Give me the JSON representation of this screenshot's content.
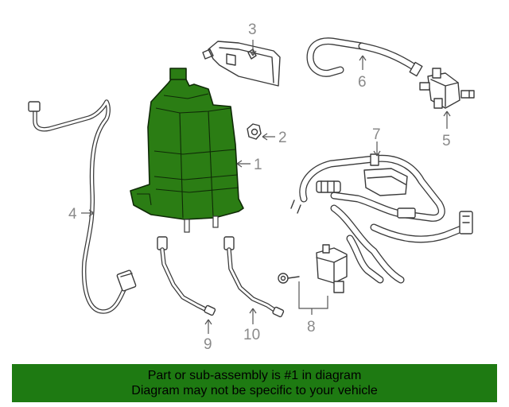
{
  "callouts": {
    "c1": "1",
    "c2": "2",
    "c3": "3",
    "c4": "4",
    "c5": "5",
    "c6": "6",
    "c7": "7",
    "c8": "8",
    "c9": "9",
    "c10": "10"
  },
  "banner": {
    "line1": "Part or sub-assembly is #1 in diagram",
    "line2": "Diagram may not be specific to your vehicle"
  },
  "colors": {
    "highlight_part": "#2b7d14",
    "banner_background": "#1e7a12",
    "callout_text": "#8a8a8a"
  }
}
